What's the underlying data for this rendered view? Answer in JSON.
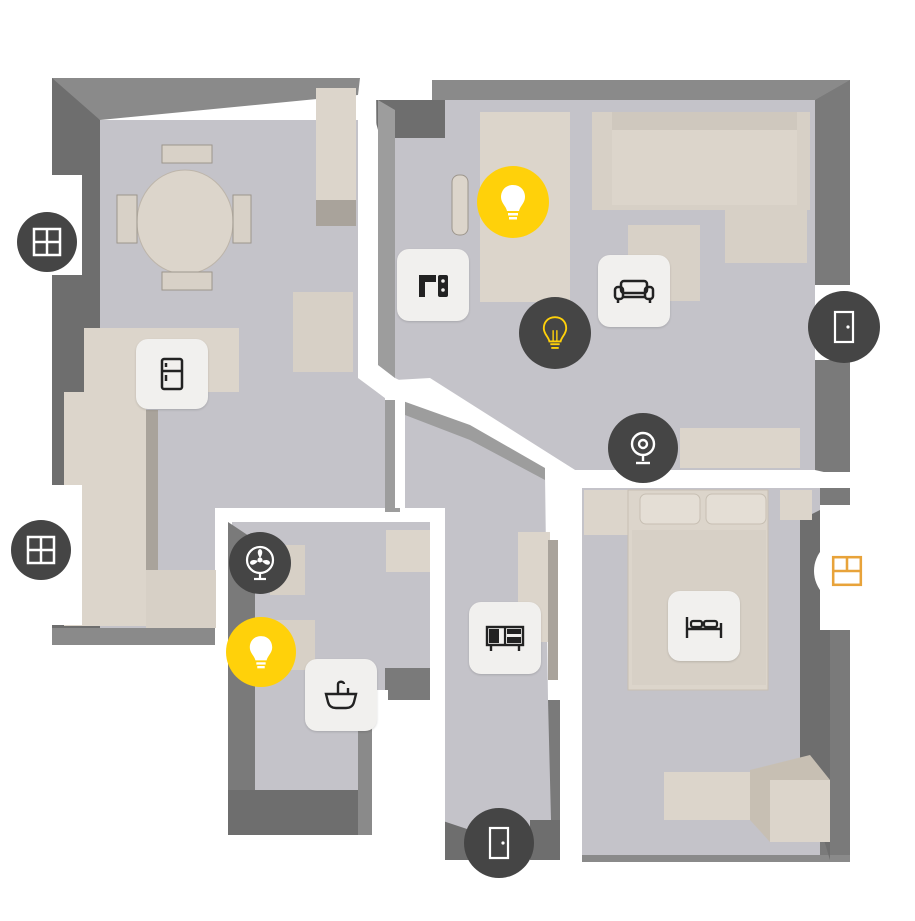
{
  "app": {
    "view": "floor plan"
  },
  "colors": {
    "floor": "#c4c3c9",
    "wall_dark": "#6e6e6e",
    "wall_mid": "#8a8a8a",
    "wall_light": "#9d9d9d",
    "furniture": "#dcd5cb",
    "furniture_dark": "#c7bfb3",
    "active_light": "#ffd10a",
    "window_active": "#e8a33a",
    "device_dark": "#454545"
  },
  "rooms": [
    {
      "name": "kitchen-dining"
    },
    {
      "name": "living-room"
    },
    {
      "name": "bathroom"
    },
    {
      "name": "hallway"
    },
    {
      "name": "bedroom"
    }
  ],
  "devices": [
    {
      "id": "window-left-top",
      "type": "window",
      "icon": "window-icon",
      "state": "closed"
    },
    {
      "id": "window-left-bottom",
      "type": "window",
      "icon": "window-icon",
      "state": "closed"
    },
    {
      "id": "fridge",
      "type": "appliance",
      "icon": "fridge-icon"
    },
    {
      "id": "living-light-1",
      "type": "light",
      "icon": "bulb-icon",
      "state": "on"
    },
    {
      "id": "living-light-2",
      "type": "light",
      "icon": "bulb-icon",
      "state": "off"
    },
    {
      "id": "kitchen-appliance",
      "type": "appliance",
      "icon": "kitchen-icon"
    },
    {
      "id": "sofa",
      "type": "scene",
      "icon": "sofa-icon"
    },
    {
      "id": "entrance-door",
      "type": "door",
      "icon": "door-icon",
      "state": "closed"
    },
    {
      "id": "camera",
      "type": "camera",
      "icon": "camera-icon"
    },
    {
      "id": "bath-fan",
      "type": "fan",
      "icon": "fan-icon",
      "state": "off"
    },
    {
      "id": "bath-light",
      "type": "light",
      "icon": "bulb-icon",
      "state": "on"
    },
    {
      "id": "sink",
      "type": "appliance",
      "icon": "sink-icon"
    },
    {
      "id": "tv-stand",
      "type": "appliance",
      "icon": "tv-stand-icon"
    },
    {
      "id": "bed",
      "type": "scene",
      "icon": "bed-icon"
    },
    {
      "id": "bedroom-window",
      "type": "window",
      "icon": "window-icon",
      "state": "open"
    },
    {
      "id": "hall-door",
      "type": "door",
      "icon": "door-icon",
      "state": "closed"
    }
  ]
}
